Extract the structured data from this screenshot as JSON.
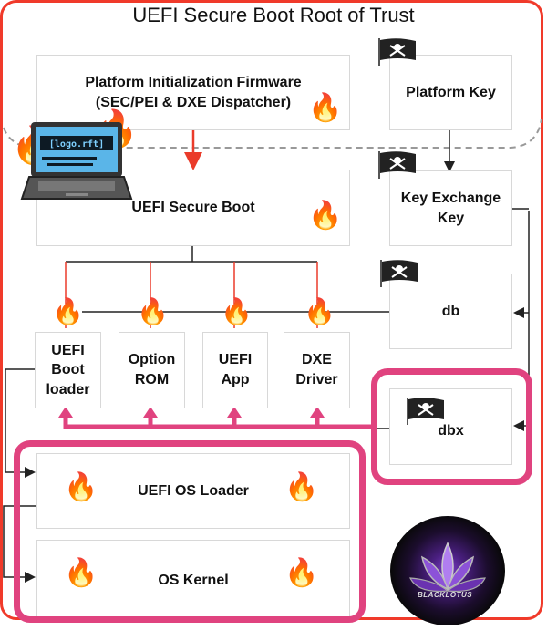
{
  "title": "UEFI Secure Boot Root of Trust",
  "colors": {
    "frame": "#f03a2a",
    "highlight": "#e0437f",
    "flow_red": "#ea3b2a",
    "line": "#222222",
    "dashed": "#999999"
  },
  "boxes": {
    "pi_firmware": {
      "line1": "Platform Initialization Firmware",
      "line2": "(SEC/PEI & DXE Dispatcher)"
    },
    "platform_key": "Platform Key",
    "secure_boot": "UEFI Secure Boot",
    "kek": {
      "line1": "Key Exchange",
      "line2": "Key"
    },
    "db": "db",
    "dbx": "dbx",
    "boot_loader": {
      "line1": "UEFI",
      "line2": "Boot",
      "line3": "loader"
    },
    "option_rom": {
      "line1": "Option",
      "line2": "ROM"
    },
    "uefi_app": {
      "line1": "UEFI",
      "line2": "App"
    },
    "dxe_driver": {
      "line1": "DXE",
      "line2": "Driver"
    },
    "os_loader": "UEFI OS Loader",
    "os_kernel": "OS Kernel"
  },
  "icons": {
    "flame": "🔥",
    "pirate_flag": "pirate-flag",
    "laptop": "laptop-on-fire",
    "laptop_screen_text": "[logo.rft]"
  },
  "logo": {
    "text": "BLACKLOTUS"
  }
}
